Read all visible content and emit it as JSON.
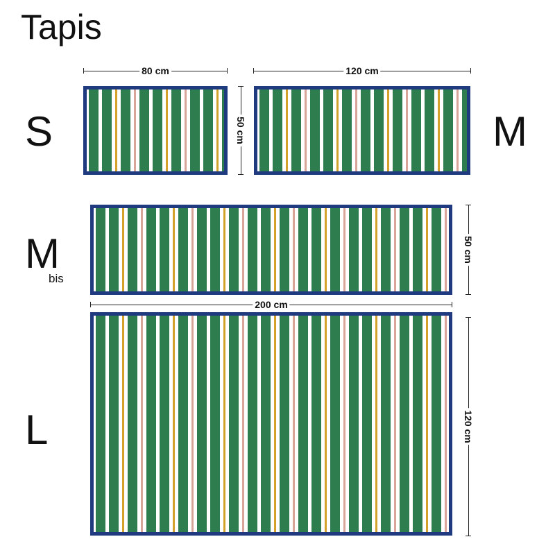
{
  "title": "Tapis",
  "colors": {
    "border": "#1f3a7e",
    "green": "#2e7d4f",
    "white": "#ffffff",
    "gold": "#d4a22a",
    "pink": "#d9a59b"
  },
  "rugs": {
    "s": {
      "letter": "S",
      "width_label": "80 cm",
      "height_label": "50 cm",
      "width_cm": 80,
      "height_cm": 50
    },
    "m": {
      "letter": "M",
      "width_label": "120 cm",
      "width_cm": 120,
      "height_cm": 50
    },
    "mbis": {
      "letter": "M",
      "sub": "bis",
      "height_label": "50 cm",
      "width_cm": 200,
      "height_cm": 50
    },
    "l": {
      "letter": "L",
      "width_label": "200 cm",
      "height_label": "120 cm",
      "width_cm": 200,
      "height_cm": 120
    }
  },
  "stripe_pattern": [
    "green",
    "white",
    "green",
    "white",
    "gold",
    "white",
    "green",
    "white",
    "pink",
    "white"
  ]
}
